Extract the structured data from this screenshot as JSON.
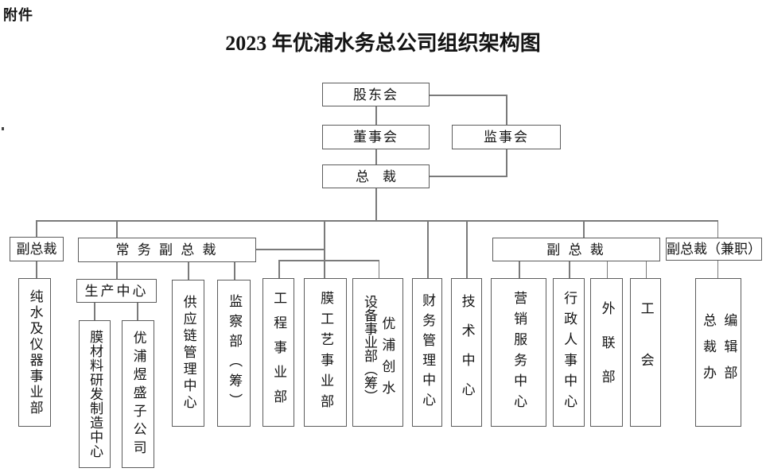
{
  "page": {
    "attachment_label": "附件",
    "title": "2023 年优浦水务总公司组织架构图"
  },
  "nodes": {
    "shareholders": "股东会",
    "board": "董事会",
    "supervisors": "监事会",
    "president": "总　裁",
    "vp_left": "副总裁",
    "executive_vp": "常 务 副 总 裁",
    "vp_right": "副 总 裁",
    "vp_parttime": "副总裁（兼职）",
    "pure_water": "纯水及仪器事业部",
    "production_center": "生产中心",
    "membrane_rd": "膜材料研发制造中心",
    "yusheng_subsidiary": "优浦煜盛子公司",
    "supply_chain": "供应链管理中心",
    "supervision_dept": "监察部（筹）",
    "engineering": "工程事业部",
    "membrane_process": "膜工艺事业部",
    "equipment_dept": "设备事业部（筹）",
    "yupu_chuangshui": "优浦创水",
    "finance": "财务管理中心",
    "technology": "技术中心",
    "marketing": "营销服务中心",
    "admin_hr": "行政人事中心",
    "external_liaison": "外联部",
    "labor_union": "工会",
    "president_office": "总裁办",
    "editorial_dept": "编辑部"
  }
}
